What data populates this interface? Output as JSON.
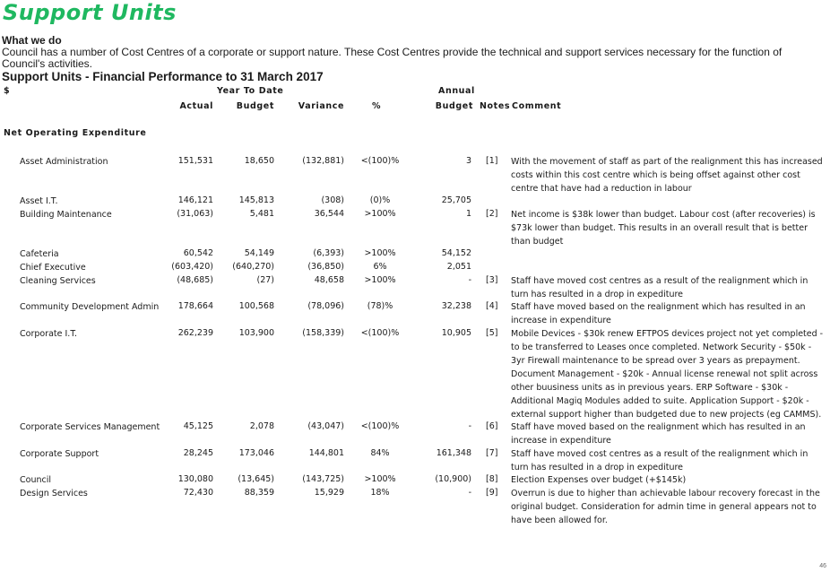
{
  "page_title": "Support Units",
  "what_heading": "What we do",
  "intro": "Council has a number of Cost Centres of a corporate or support nature.  These Cost Centres provide the technical and support services necessary for the function of Council's activities.",
  "table_title": "Support Units - Financial Performance to 31 March 2017",
  "headers": {
    "currency": "$",
    "ytd": "Year To Date",
    "annual": "Annual",
    "actual": "Actual",
    "budget": "Budget",
    "variance": "Variance",
    "pct": "%",
    "annual_budget": "Budget",
    "notes": "Notes",
    "comment": "Comment"
  },
  "section": "Net Operating Expenditure",
  "rows": [
    {
      "label": "Asset Administration",
      "actual": "151,531",
      "budget": "18,650",
      "variance": "(132,881)",
      "pct": "<(100)%",
      "annual": "3",
      "note": "[1]",
      "comment": "With the movement of staff as part of the realignment this has increased costs within this cost centre which is being offset against other cost centre that have had a reduction in labour"
    },
    {
      "label": "Asset I.T.",
      "actual": "146,121",
      "budget": "145,813",
      "variance": "(308)",
      "pct": "(0)%",
      "annual": "25,705",
      "note": "",
      "comment": ""
    },
    {
      "label": "Building Maintenance",
      "actual": "(31,063)",
      "budget": "5,481",
      "variance": "36,544",
      "pct": ">100%",
      "annual": "1",
      "note": "[2]",
      "comment": "Net income is $38k lower than budget. Labour cost (after recoveries) is $73k lower than budget. This results in an overall result that is better than budget"
    },
    {
      "label": "Cafeteria",
      "actual": "60,542",
      "budget": "54,149",
      "variance": "(6,393)",
      "pct": ">100%",
      "annual": "54,152",
      "note": "",
      "comment": ""
    },
    {
      "label": "Chief Executive",
      "actual": "(603,420)",
      "budget": "(640,270)",
      "variance": "(36,850)",
      "pct": "6%",
      "annual": "2,051",
      "note": "",
      "comment": ""
    },
    {
      "label": "Cleaning Services",
      "actual": "(48,685)",
      "budget": "(27)",
      "variance": "48,658",
      "pct": ">100%",
      "annual": "-",
      "note": "[3]",
      "comment": "Staff have moved cost centres as a result of the realignment which in turn has resulted in a drop in expediture"
    },
    {
      "label": "Community Development Admin",
      "actual": "178,664",
      "budget": "100,568",
      "variance": "(78,096)",
      "pct": "(78)%",
      "annual": "32,238",
      "note": "[4]",
      "comment": "Staff have moved based on the realignment which has resulted in an increase in expenditure"
    },
    {
      "label": "Corporate I.T.",
      "actual": "262,239",
      "budget": "103,900",
      "variance": "(158,339)",
      "pct": "<(100)%",
      "annual": "10,905",
      "note": "[5]",
      "comment": "Mobile Devices - $30k renew EFTPOS devices project not yet completed - to be transferred to Leases once completed. Network Security - $50k - 3yr Firewall maintenance to be spread over 3 years as prepayment. Document Management - $20k - Annual license renewal not split across other buusiness units as in previous years. ERP Software - $30k - Additional Magiq Modules added to suite. Application Support - $20k - external support higher than budgeted due to new projects (eg CAMMS)."
    },
    {
      "label": "Corporate Services Management",
      "actual": "45,125",
      "budget": "2,078",
      "variance": "(43,047)",
      "pct": "<(100)%",
      "annual": "-",
      "note": "[6]",
      "comment": "Staff have moved based on the realignment which has resulted in an increase in expenditure"
    },
    {
      "label": "Corporate Support",
      "actual": "28,245",
      "budget": "173,046",
      "variance": "144,801",
      "pct": "84%",
      "annual": "161,348",
      "note": "[7]",
      "comment": "Staff have moved cost centres as a result of the realignment which in turn has resulted in a drop in expediture"
    },
    {
      "label": "Council",
      "actual": "130,080",
      "budget": "(13,645)",
      "variance": "(143,725)",
      "pct": ">100%",
      "annual": "(10,900)",
      "note": "[8]",
      "comment": "Election Expenses over budget (+$145k)"
    },
    {
      "label": "Design Services",
      "actual": "72,430",
      "budget": "88,359",
      "variance": "15,929",
      "pct": "18%",
      "annual": "-",
      "note": "[9]",
      "comment": "Overrun is due to higher than achievable labour recovery forecast in the original budget.  Consideration for admin time in general appears not to have been allowed for."
    }
  ],
  "page_number": "46"
}
